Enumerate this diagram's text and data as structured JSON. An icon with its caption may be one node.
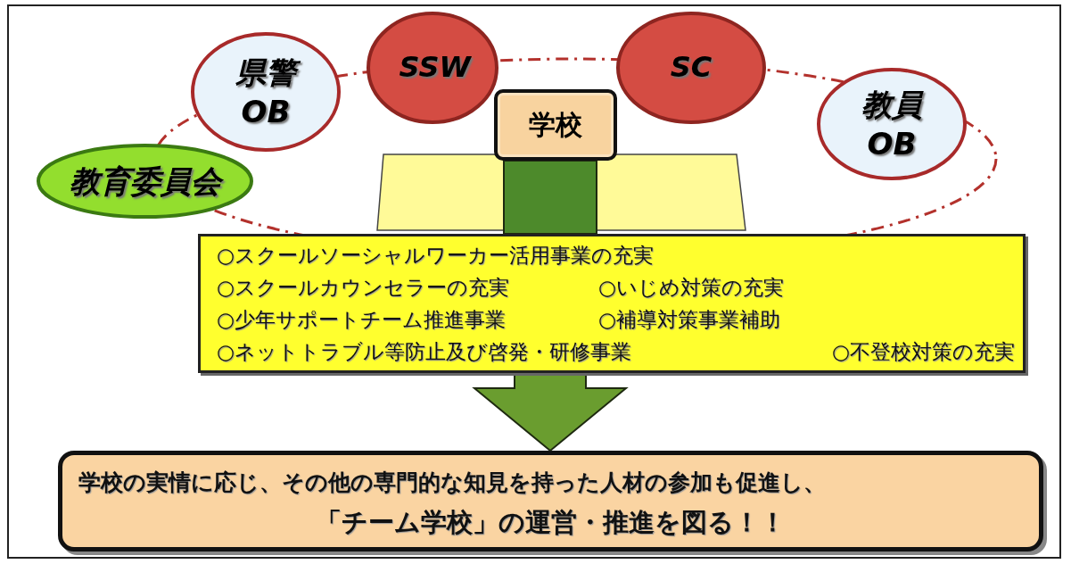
{
  "diagram": {
    "nodes": [
      {
        "text": [
          "県警 OB"
        ]
      },
      {
        "text": [
          "SSW"
        ]
      },
      {
        "text": [
          "SC"
        ]
      },
      {
        "text": [
          "学校"
        ]
      },
      {
        "text": [
          "教員 OB"
        ]
      },
      {
        "text": [
          "教育委員会"
        ]
      },
      {
        "text": [
          "○スクールソーシャルワーカー活用事業の充実",
          "○スクールカウンセラーの充実",
          "○いじめ対策の充実",
          "○少年サポートチーム推進事業",
          "○補導対策事業補助",
          "○ネットトラブル等防止及び啓発・研修事業",
          "○不登校対策の充実"
        ]
      },
      {
        "text": [
          "学校の実情に応じ、その他の専門的な知見を持った人材の参加も促進し、",
          "「チーム学校」の運営・推進を図る！！"
        ]
      }
    ],
    "edges": [
      {
        "from": 3,
        "to": 6,
        "arrow": "none",
        "style": "thick"
      },
      {
        "from": 6,
        "to": 7,
        "arrow": "to",
        "style": "thick"
      }
    ]
  }
}
